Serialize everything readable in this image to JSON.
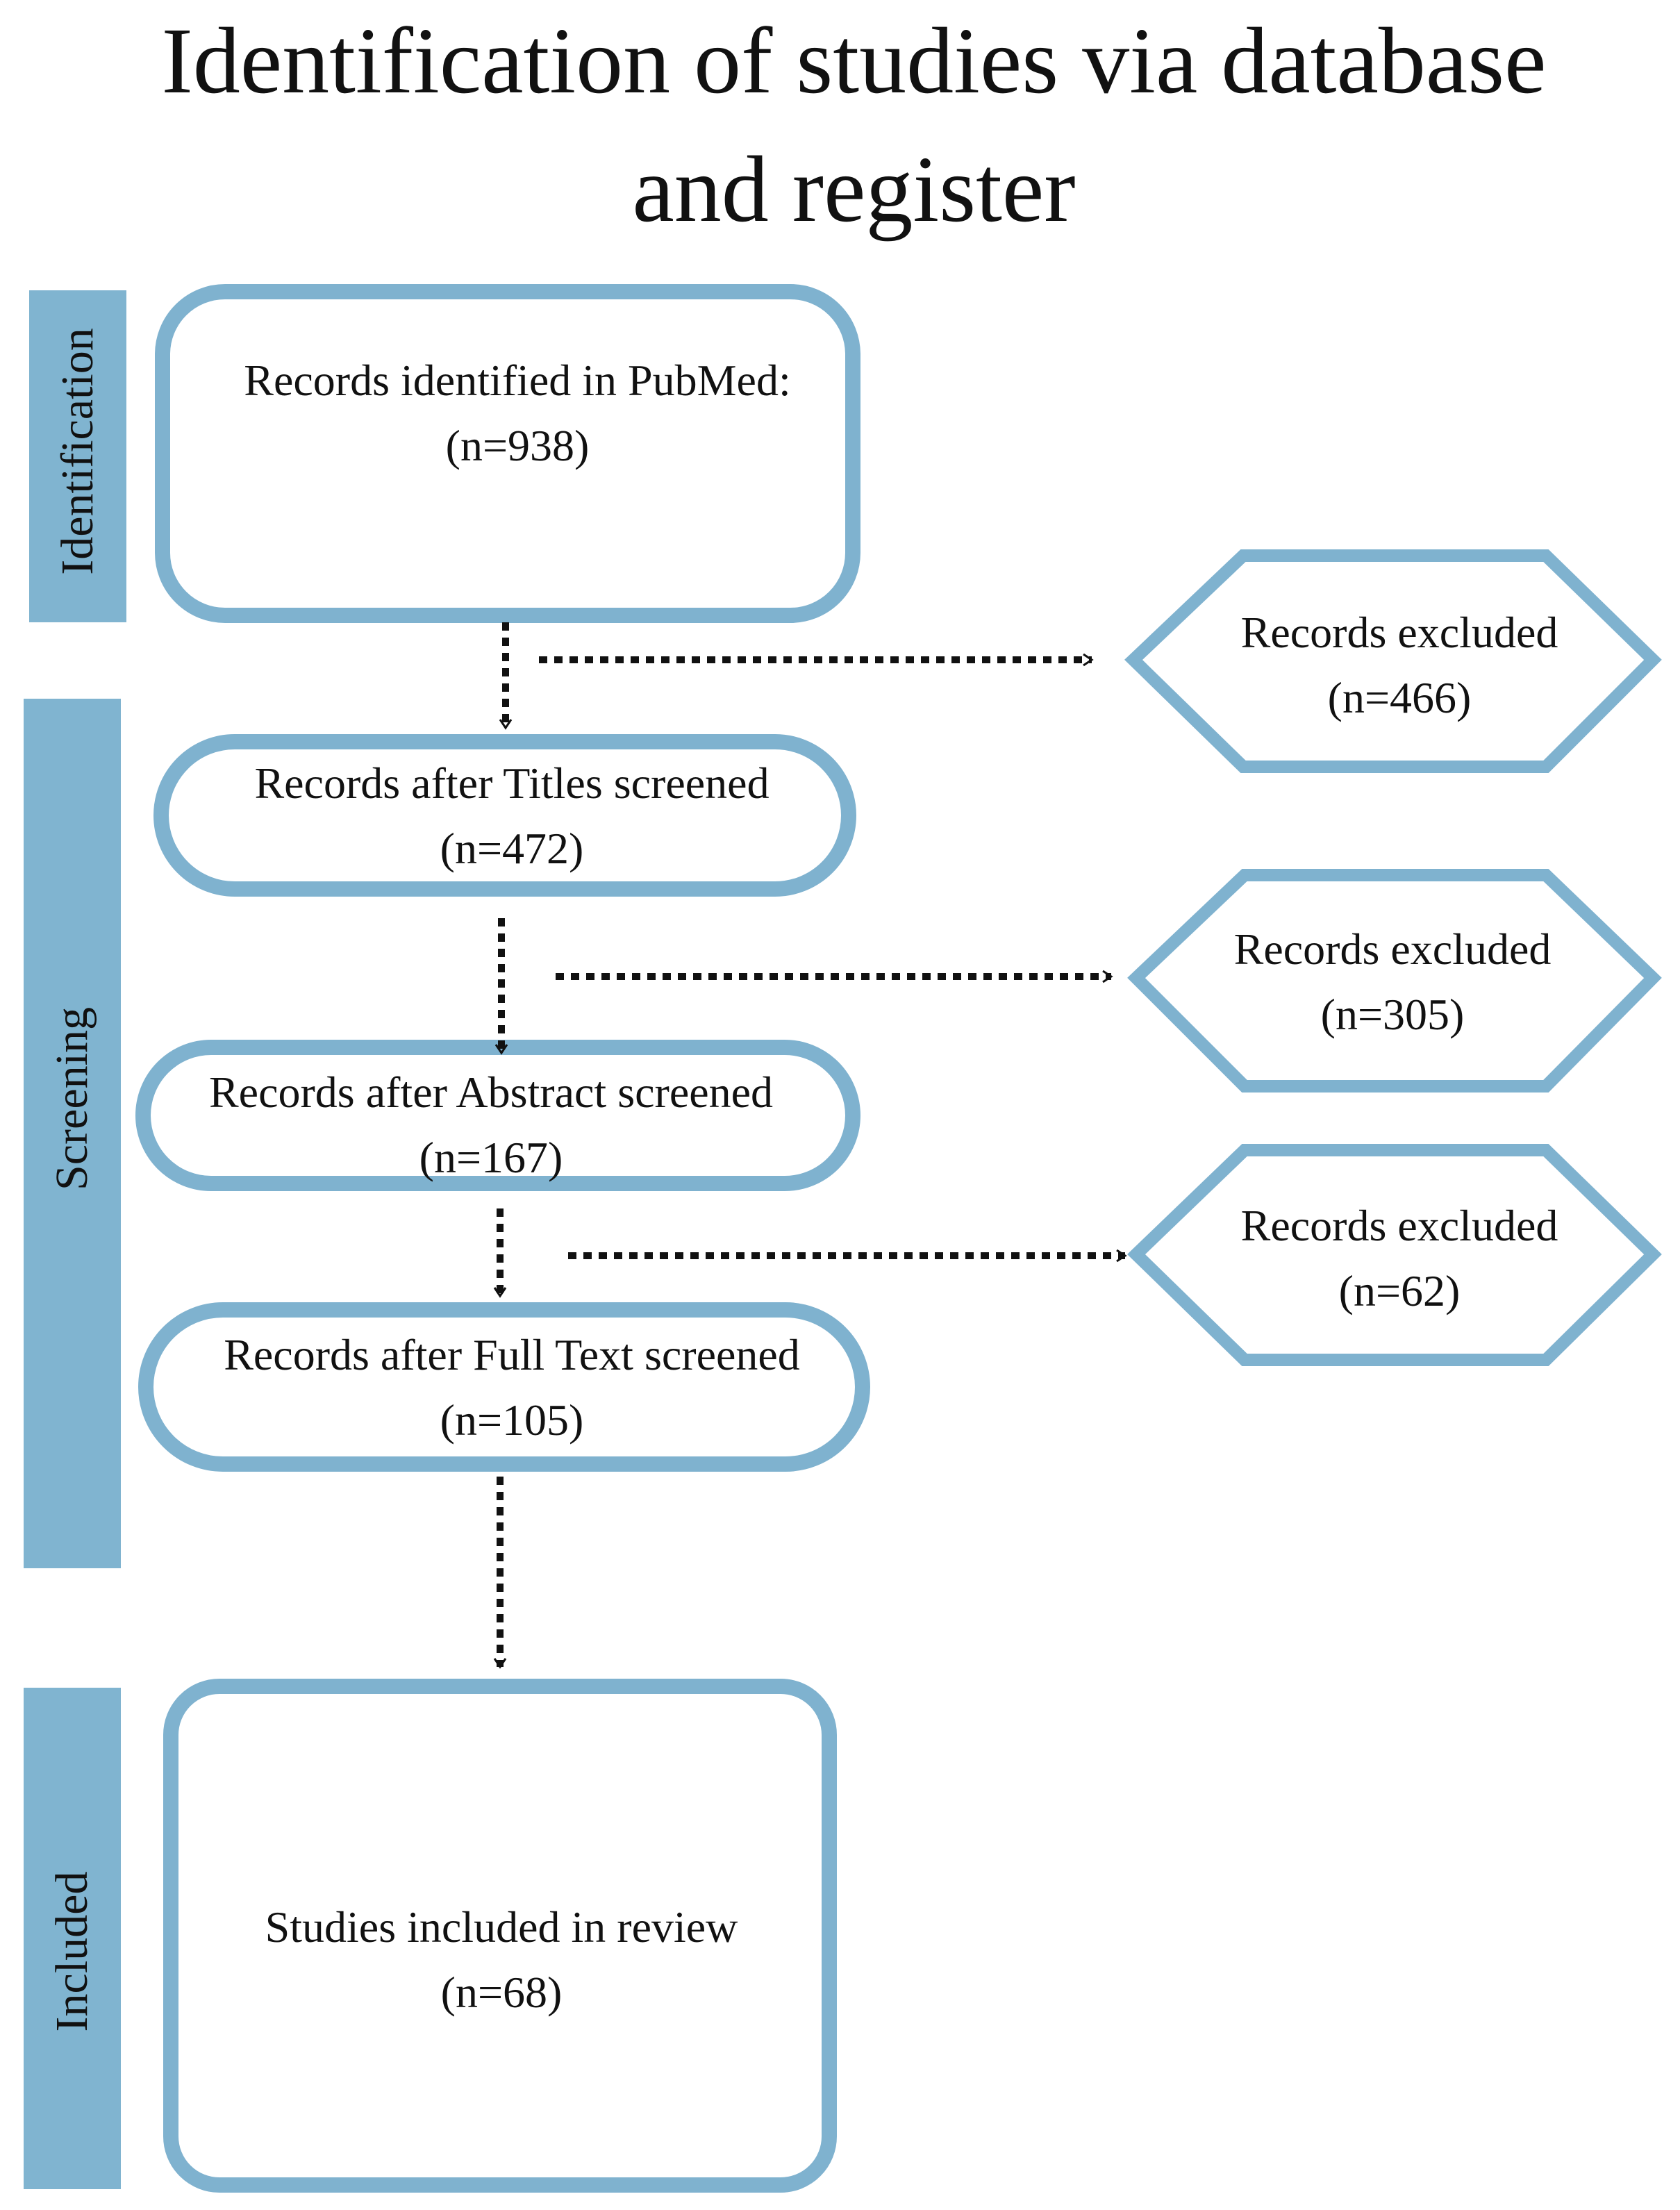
{
  "title": {
    "line1": "Identification of studies via database",
    "line2": "and register"
  },
  "colors": {
    "stroke": "#7fb2cf",
    "stage_bar": "#80b4d0",
    "arrow": "#111111",
    "text": "#111111"
  },
  "stages": {
    "identification": "Identification",
    "screening": "Screening",
    "included": "Included"
  },
  "nodes": {
    "identified": {
      "label": "Records identified in PubMed:",
      "count": "(n=938)"
    },
    "titles": {
      "label": "Records after Titles screened",
      "count": "(n=472)"
    },
    "abstract": {
      "label": "Records after Abstract screened",
      "count": "(n=167)"
    },
    "fulltext": {
      "label": "Records after Full Text screened",
      "count": "(n=105)"
    },
    "included": {
      "label": "Studies included in review",
      "count": "(n=68)"
    }
  },
  "exclusions": {
    "ex1": {
      "label": "Records excluded",
      "count": "(n=466)"
    },
    "ex2": {
      "label": "Records excluded",
      "count": "(n=305)"
    },
    "ex3": {
      "label": "Records excluded",
      "count": "(n=62)"
    }
  }
}
